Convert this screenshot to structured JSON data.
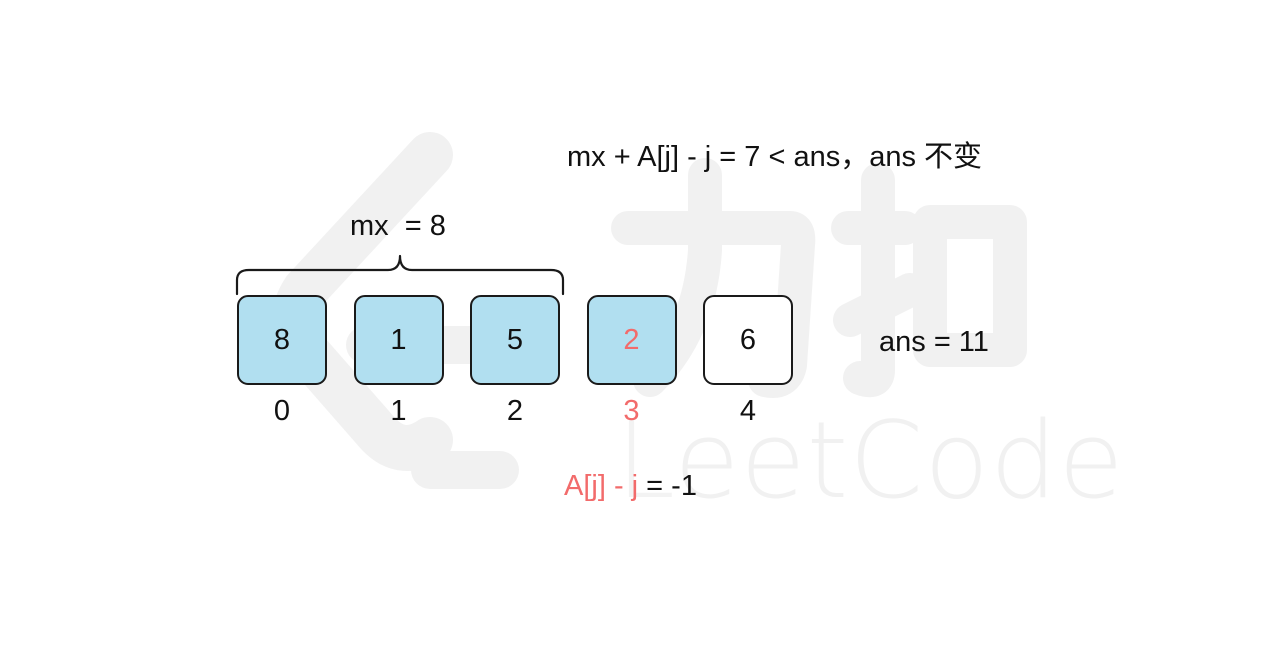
{
  "formula_top": "mx + A[j] - j = 7 < ans，ans 不变",
  "mx_label": "mx  = 8",
  "cells": [
    {
      "value": "8",
      "index": "0",
      "filled": true,
      "highlight": false
    },
    {
      "value": "1",
      "index": "1",
      "filled": true,
      "highlight": false
    },
    {
      "value": "5",
      "index": "2",
      "filled": true,
      "highlight": false
    },
    {
      "value": "2",
      "index": "3",
      "filled": true,
      "highlight": true
    },
    {
      "value": "6",
      "index": "4",
      "filled": false,
      "highlight": false
    }
  ],
  "ans_label": "ans = 11",
  "formula_bottom": {
    "red_part": "A[j] - j",
    "rest": " = -1"
  },
  "watermark": {
    "cn": "力扣",
    "en": "LeetCode"
  },
  "colors": {
    "cell_fill": "#b1dff0",
    "highlight": "#f26b6b",
    "watermark": "#f1f1f1"
  }
}
